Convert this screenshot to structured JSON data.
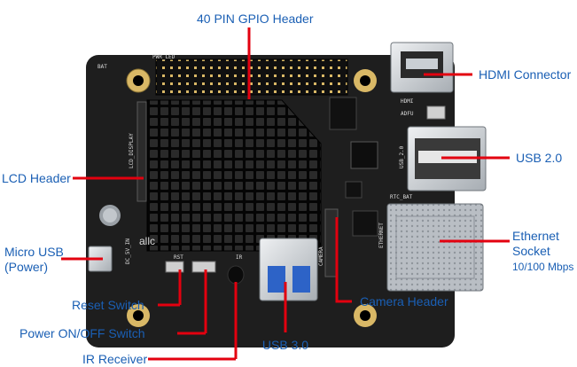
{
  "diagram": {
    "labels": {
      "gpio": "40 PIN GPIO Header",
      "hdmi": "HDMI Connector",
      "usb2": "USB 2.0",
      "lcd": "LCD Header",
      "ethernet_line1": "Ethernet",
      "ethernet_line2": "Socket",
      "ethernet_speed": "10/100 Mbps",
      "micro_usb_line1": "Micro USB",
      "micro_usb_line2": "(Power)",
      "reset": "Reset Switch",
      "power": "Power ON/OFF Switch",
      "ir": "IR Receiver",
      "usb3": "USB 3.0",
      "camera": "Camera Header"
    },
    "board_silkscreen": {
      "pwr_led": "PWR_LED",
      "bat": "BAT",
      "lcd_display": "LCD_DISPLAY",
      "dc_in": "DC_5V_IN",
      "allc": "allc",
      "rst": "RST",
      "ir": "IR",
      "camera": "CAMERA",
      "usb_2_0": "USB_2.0",
      "rtc_bat": "RTC_BAT",
      "ethernet": "ETHERNET",
      "hdmi": "HDMI",
      "adfu": "ADFU"
    },
    "colors": {
      "label_text": "#1a5fb4",
      "leader_line": "#e3000f",
      "pcb": "#1e1e1e",
      "heatsink": "#0b0b0b",
      "gold_pad": "#d9b866",
      "metal": "#c9ced3"
    }
  }
}
